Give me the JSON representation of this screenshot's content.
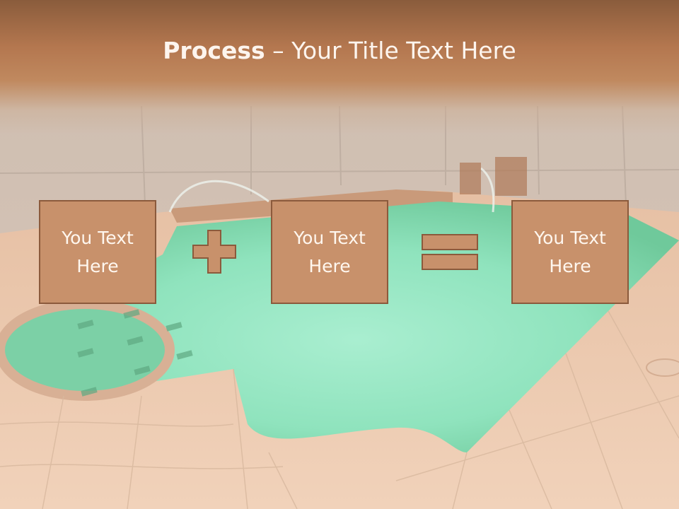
{
  "title": {
    "bold": "Process",
    "rest": " – Your Title Text Here"
  },
  "boxes": [
    {
      "text": "You Text Here"
    },
    {
      "text": "You Text Here"
    },
    {
      "text": "You Text Here"
    }
  ],
  "operators": {
    "plus": "plus-sign",
    "equals": "equals-sign"
  },
  "colors": {
    "box_fill": "#c8916b",
    "box_border": "#8b5a3c",
    "header": "#b4774f",
    "pool_water": "#8fe3bd",
    "deck": "#f0cdb2"
  }
}
